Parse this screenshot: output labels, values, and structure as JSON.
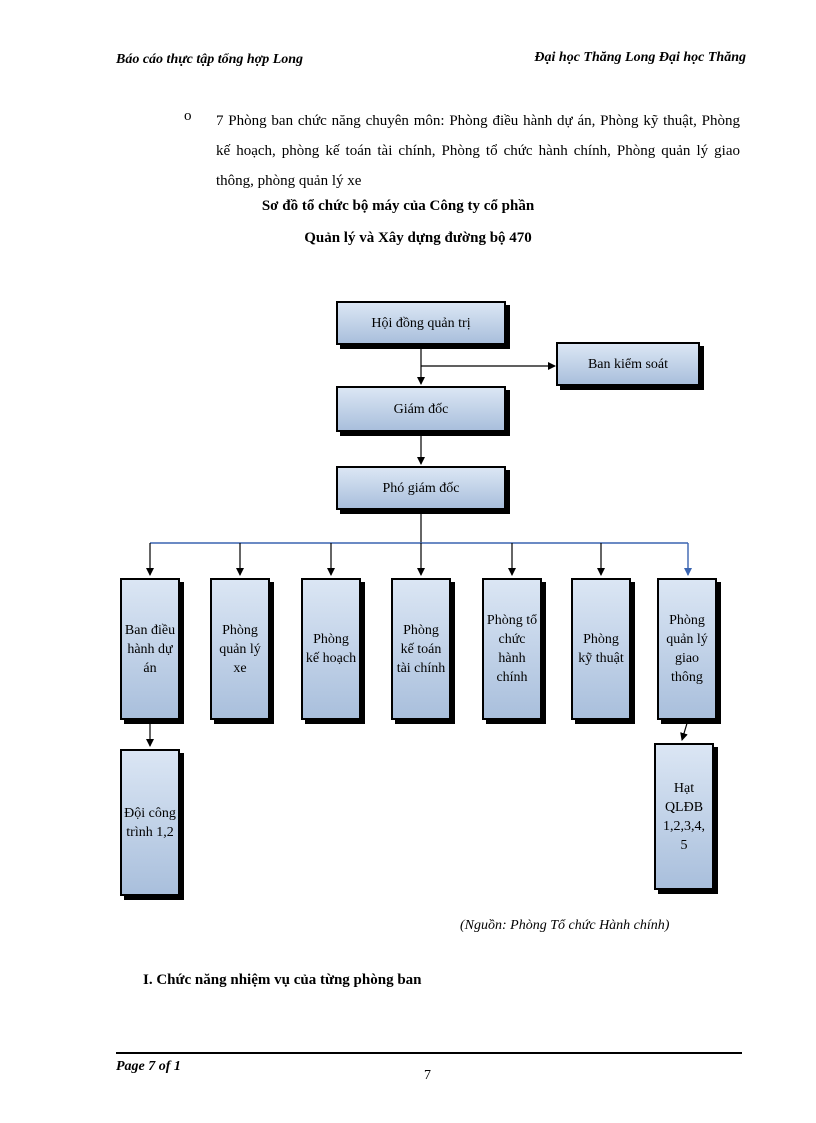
{
  "header": {
    "left": "Báo cáo thực tập tổng hợp Long",
    "right": "Đại học Thăng Long   Đại học Thăng"
  },
  "bullet": {
    "mark": "o",
    "text": "7 Phòng ban chức năng chuyên môn: Phòng điều hành dự án, Phòng kỹ thuật, Phòng kế hoạch, phòng kế toán tài chính, Phòng tổ chức hành chính, Phòng quản lý giao thông, phòng quản lý xe"
  },
  "chart_title": {
    "line1": "Sơ đồ tổ chức bộ máy của Công ty cổ phần",
    "line2": "Quản lý và Xây dựng đường bộ 470"
  },
  "org": {
    "board": "Hội đồng quản trị",
    "control": "Ban kiểm soát",
    "director": "Giám đốc",
    "deputy": "Phó giám đốc",
    "dept1": "Ban điều hành dự án",
    "dept2": "Phòng quản lý xe",
    "dept3": "Phòng kế hoạch",
    "dept4": "Phòng kế toán tài chính",
    "dept5": "Phòng tổ chức hành chính",
    "dept6": "Phòng kỹ thuật",
    "dept7": "Phòng quản lý giao thông",
    "sub1": "Đội công trình 1,2",
    "sub2": "Hạt QLĐB 1,2,3,4, 5"
  },
  "source": "(Nguồn: Phòng Tổ chức Hành chính)",
  "section_heading": "I.   Chức năng nhiệm vụ của từng phòng ban",
  "footer": {
    "page_label": "Page 7 of 1",
    "page_number": "7"
  }
}
